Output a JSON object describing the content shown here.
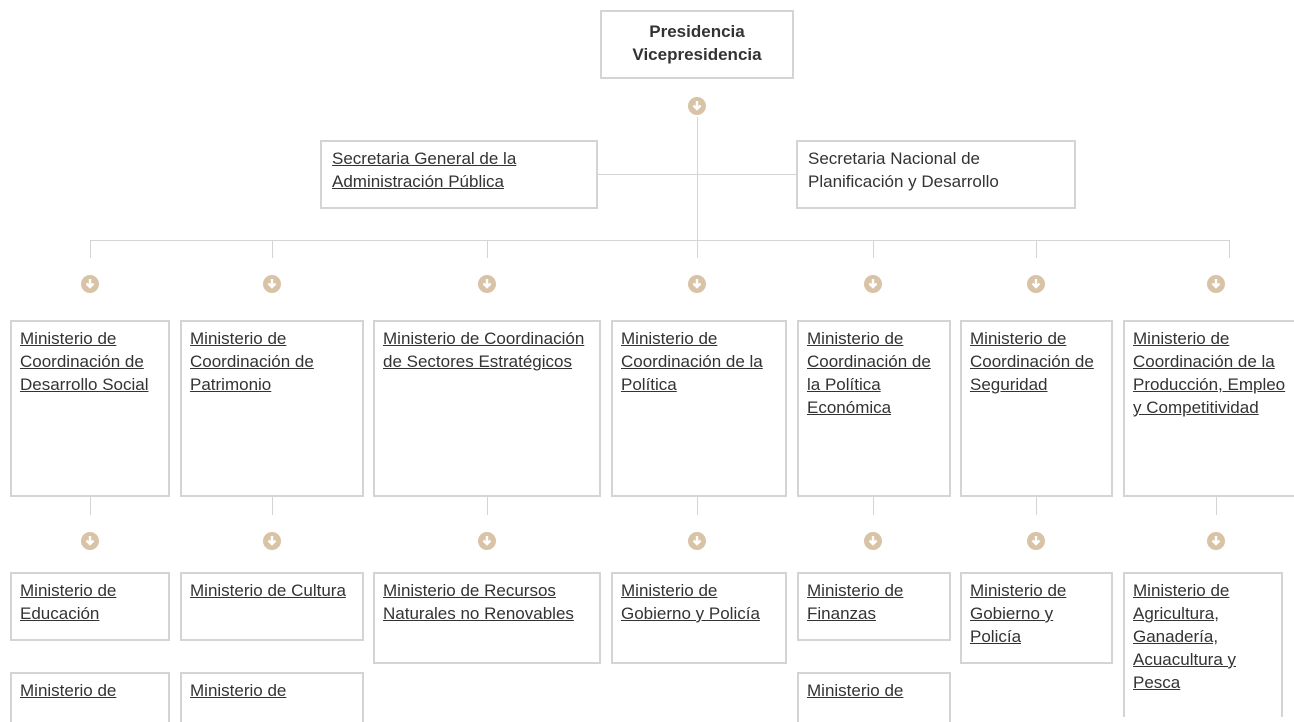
{
  "top": {
    "line1": "Presidencia",
    "line2": "Vicepresidencia"
  },
  "secretaries": {
    "left": "Secretaria General de la Administración Pública",
    "right": "Secretaria Nacional de Planificación y Desarrollo"
  },
  "coordinators": [
    "Ministerio de Coordinación de Desarrollo Social",
    "Ministerio de Coordinación de Patrimonio",
    "Ministerio de Coordinación de Sectores Estratégicos",
    "Ministerio de Coordinación de la Política",
    "Ministerio de Coordinación de la Política Económica",
    "Ministerio de Coordinación de Seguridad",
    "Ministerio de Coordinación de la Producción, Empleo y Competitividad"
  ],
  "ministries_row1": [
    "Ministerio de Educación",
    "Ministerio de Cultura",
    "Ministerio de Recursos Naturales no Renovables",
    "Ministerio de Gobierno y Policía",
    "Ministerio de Finanzas",
    "Ministerio de Gobierno y Policía",
    "Ministerio de Agricultura, Ganadería, Acuacultura y Pesca"
  ],
  "ministries_row2": {
    "col1": "Ministerio de",
    "col2": "Ministerio de",
    "col5": "Ministerio de"
  },
  "colors": {
    "border": "#d4d4d4",
    "arrow": "#d9c3a6",
    "text": "#333333"
  },
  "icon": "down-arrow-circle-icon"
}
